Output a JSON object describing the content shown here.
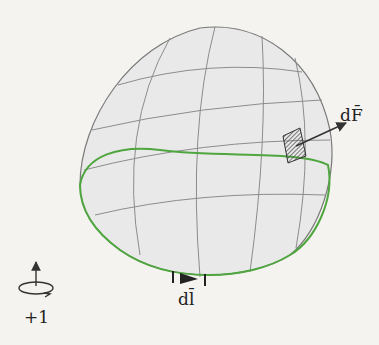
{
  "diagram": {
    "labels": [
      "dF̄",
      "dl̄",
      "+1"
    ]
  }
}
